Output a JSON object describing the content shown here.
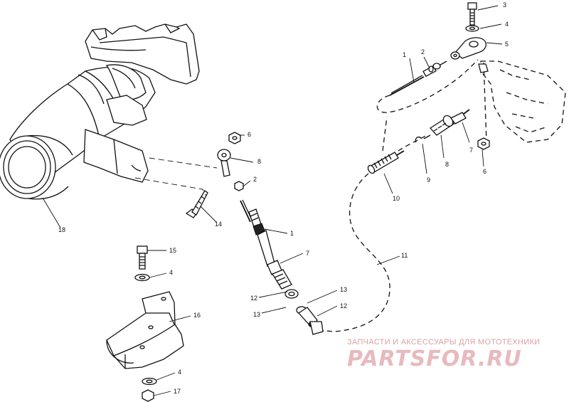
{
  "callouts": [
    {
      "id": "c3",
      "text": "3"
    },
    {
      "id": "c4a",
      "text": "4"
    },
    {
      "id": "c5",
      "text": "5"
    },
    {
      "id": "c1a",
      "text": "1"
    },
    {
      "id": "c2a",
      "text": "2"
    },
    {
      "id": "c7a",
      "text": "7"
    },
    {
      "id": "c6a",
      "text": "6"
    },
    {
      "id": "c8",
      "text": "8"
    },
    {
      "id": "c9",
      "text": "9"
    },
    {
      "id": "c10",
      "text": "10"
    },
    {
      "id": "c6b",
      "text": "6"
    },
    {
      "id": "c8b",
      "text": "8"
    },
    {
      "id": "c2b",
      "text": "2"
    },
    {
      "id": "c14",
      "text": "14"
    },
    {
      "id": "c1b",
      "text": "1"
    },
    {
      "id": "c7b",
      "text": "7"
    },
    {
      "id": "c15",
      "text": "15"
    },
    {
      "id": "c4b",
      "text": "4"
    },
    {
      "id": "c16",
      "text": "16"
    },
    {
      "id": "c12a",
      "text": "12"
    },
    {
      "id": "c13a",
      "text": "13"
    },
    {
      "id": "c13b",
      "text": "13"
    },
    {
      "id": "c12b",
      "text": "12"
    },
    {
      "id": "c11",
      "text": "11"
    },
    {
      "id": "c18",
      "text": "18"
    },
    {
      "id": "c4c",
      "text": "4"
    },
    {
      "id": "c17",
      "text": "17"
    }
  ],
  "watermark": {
    "tagline": "ЗАПЧАСТИ И АКСЕССУАРЫ ДЛЯ МОТОТЕХНИКИ",
    "brand": "PARTSFOR.RU",
    "color": "#e8b9bd"
  }
}
